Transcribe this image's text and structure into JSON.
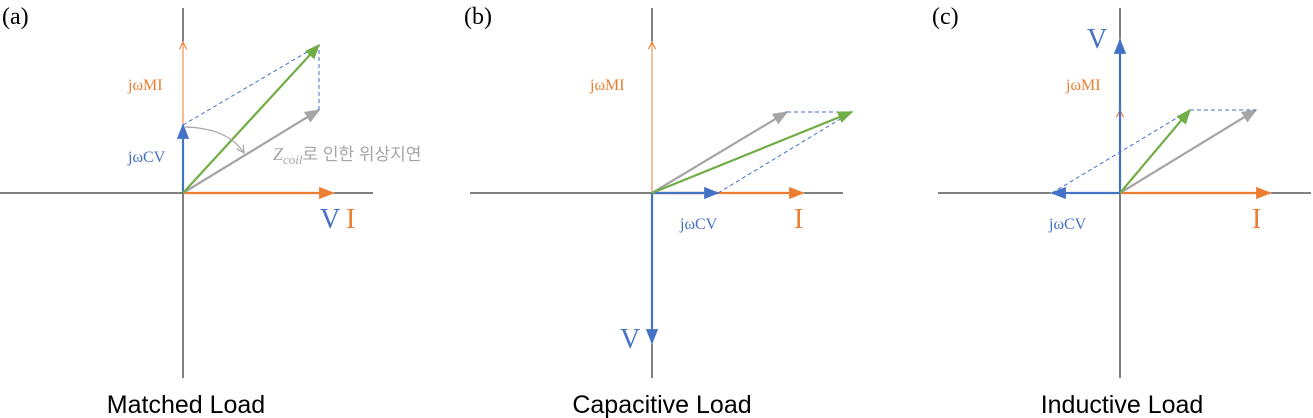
{
  "colors": {
    "orange": "#ED7D31",
    "blue": "#4472C4",
    "green": "#70AD47",
    "gray": "#A5A5A5",
    "dashed_blue": "#4472C4",
    "axis": "#000000",
    "annotation": "#A5A5A5"
  },
  "panels": [
    {
      "id": "a",
      "label": "(a)",
      "caption": "Matched Load",
      "jwmi_label": "jωMI",
      "jwcv_label": "jωCV",
      "v_label": "V",
      "i_label": "I",
      "annotation_z": "Z",
      "annotation_sub": "coil",
      "annotation_text": "로 인한 위상지연"
    },
    {
      "id": "b",
      "label": "(b)",
      "caption": "Capacitive Load",
      "jwmi_label": "jωMI",
      "jwcv_label": "jωCV",
      "v_label": "V",
      "i_label": "I"
    },
    {
      "id": "c",
      "label": "(c)",
      "caption": "Inductive Load",
      "jwmi_label": "jωMI",
      "jwcv_label": "jωCV",
      "v_label": "V",
      "i_label": "I"
    }
  ]
}
